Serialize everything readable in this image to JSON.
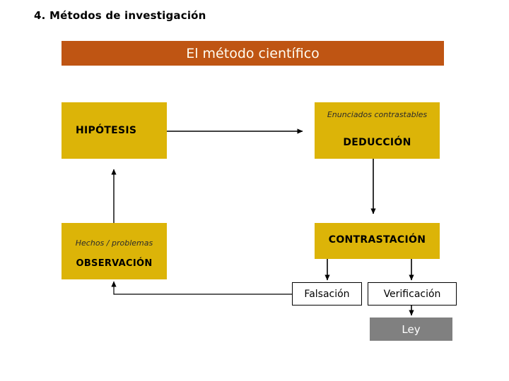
{
  "slide": {
    "heading": "4. Métodos de investigación",
    "title": "El método científico",
    "colors": {
      "banner": "#BF5513",
      "box_yellow": "#DCB408",
      "box_gray": "#808080",
      "text_light": "#FFFDF2",
      "line": "#000000"
    }
  },
  "nodes": {
    "hipotesis": {
      "label": "HIPÓTESIS"
    },
    "deduccion": {
      "caption": "Enunciados contrastables",
      "label": "DEDUCCIÓN"
    },
    "observacion": {
      "caption": "Hechos / problemas",
      "label": "OBSERVACIÓN"
    },
    "contrastacion": {
      "label": "CONTRASTACIÓN"
    },
    "falsacion": {
      "label": "Falsación"
    },
    "verificacion": {
      "label": "Verificación"
    },
    "ley": {
      "label": "Ley"
    }
  },
  "connectors": [
    {
      "name": "hipotesis-to-deduccion",
      "from": "hipotesis",
      "to": "deduccion",
      "direction": "right"
    },
    {
      "name": "deduccion-to-contrastacion",
      "from": "deduccion",
      "to": "contrastacion",
      "direction": "down"
    },
    {
      "name": "contrastacion-to-falsacion",
      "from": "contrastacion",
      "to": "falsacion",
      "direction": "down"
    },
    {
      "name": "contrastacion-to-verificacion",
      "from": "contrastacion",
      "to": "verificacion",
      "direction": "down"
    },
    {
      "name": "verificacion-to-ley",
      "from": "verificacion",
      "to": "ley",
      "direction": "down"
    },
    {
      "name": "falsacion-to-observacion",
      "from": "falsacion",
      "to": "observacion",
      "direction": "left-up"
    },
    {
      "name": "observacion-to-hipotesis",
      "from": "observacion",
      "to": "hipotesis",
      "direction": "up"
    }
  ]
}
